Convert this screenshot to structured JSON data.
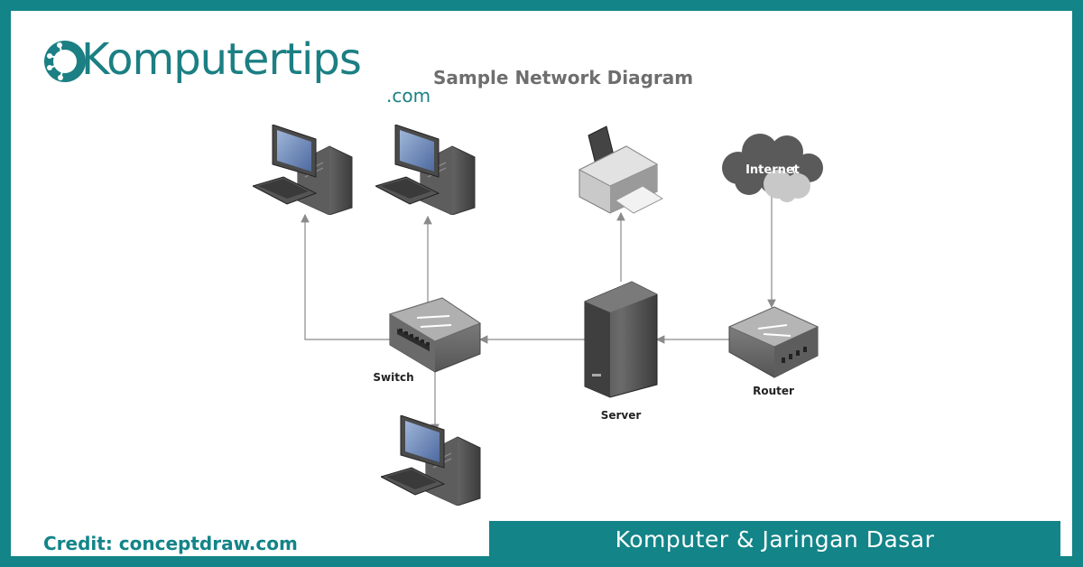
{
  "logo": {
    "name": "Komputertips",
    "suffix": ".com",
    "mark": "circuit-brain-logo"
  },
  "diagram": {
    "title": "Sample Network Diagram",
    "nodes": {
      "internet": "Internet",
      "router": "Router",
      "server": "Server",
      "switch": "Switch"
    }
  },
  "footer": {
    "credit": "Credit: conceptdraw.com",
    "banner": "Komputer & Jaringan Dasar"
  },
  "colors": {
    "brand": "#138488",
    "line": "#8a8a8a",
    "device": "#5a5a5a"
  }
}
